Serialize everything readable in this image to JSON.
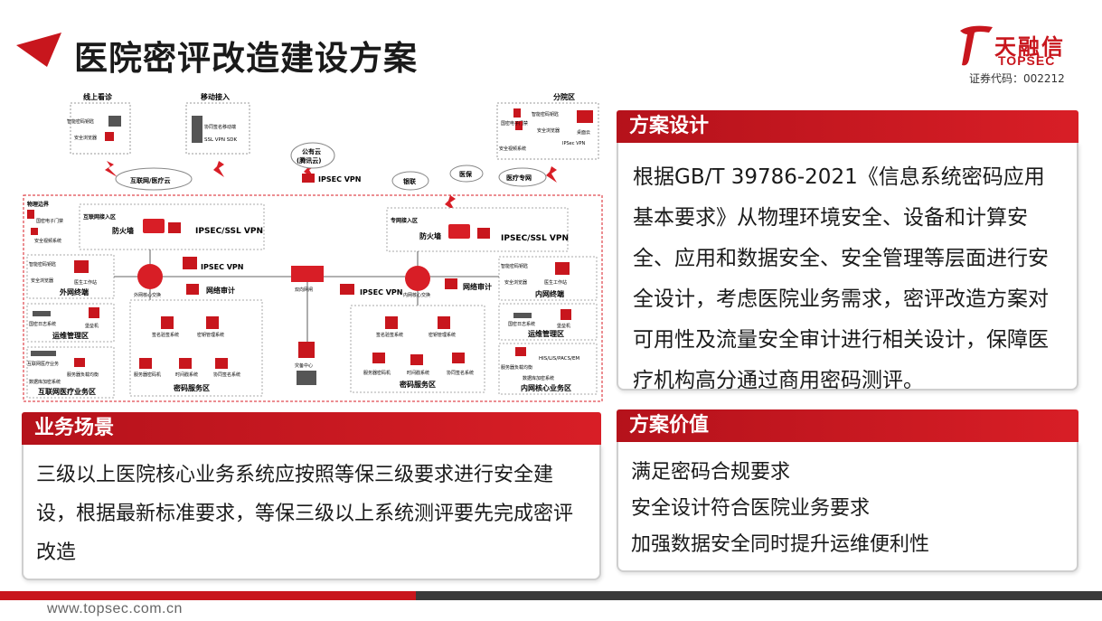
{
  "page": {
    "title": "医院密评改造建设方案"
  },
  "logo": {
    "cn": "天融信",
    "en": "TOPSEC",
    "stock_code": "证券代码：002212"
  },
  "colors": {
    "brand_red": "#c8161d",
    "dark": "#3a3a3a",
    "border": "#cfcfcf"
  },
  "diagram": {
    "online": {
      "title": "线上看诊",
      "items": [
        "智能密码钥匙",
        "安全浏览器"
      ]
    },
    "mobile": {
      "title": "移动接入",
      "items": [
        "协同签名移动端",
        "SSL VPN SDK"
      ]
    },
    "branch": {
      "title": "分院区",
      "items": [
        "智能密码钥匙",
        "国密电子门禁",
        "安全浏览器",
        "桌面云",
        "IPSec VPN",
        "安全视频系统"
      ]
    },
    "cloud": {
      "title": "公有云\n(腾讯云)",
      "line1": "公有云",
      "line2": "(腾讯云)",
      "vpn": "IPSEC VPN"
    },
    "internet_cloud": "互联网/医疗云",
    "external": [
      "银联",
      "医保",
      "医疗专网"
    ],
    "physical": {
      "title": "物理边界",
      "items": [
        "国密电子门禁",
        "安全视频系统"
      ]
    },
    "internet_zone": {
      "title": "互联网接入区",
      "firewall": "防火墙",
      "vpn": "IPSEC/SSL VPN"
    },
    "private_zone": {
      "title": "专网接入区",
      "firewall": "防火墙",
      "vpn": "IPSEC/SSL VPN"
    },
    "outer_terminal": {
      "title": "外网终端",
      "items": [
        "智能密码钥匙",
        "安全浏览器",
        "医生工作站"
      ]
    },
    "inner_terminal": {
      "title": "内网终端",
      "items": [
        "智能密码钥匙",
        "安全浏览器",
        "医生工作站"
      ]
    },
    "ipsec_vpn": "IPSEC VPN",
    "outer_core": "外网核心交换",
    "inner_core": "内网核心交换",
    "gap": "双向网闸",
    "net_audit": "网络审计",
    "ops_outer": {
      "title": "运维管理区",
      "items": [
        "国密日志系统",
        "堡垒机"
      ]
    },
    "ops_inner": {
      "title": "运维管理区",
      "items": [
        "国密日志系统",
        "堡垒机"
      ]
    },
    "crypto_outer": {
      "title": "密码服务区",
      "items": [
        "签名验签系统",
        "密钥管理系统",
        "服务器密码机",
        "时间戳系统",
        "协同签名系统"
      ]
    },
    "crypto_inner": {
      "title": "密码服务区",
      "items": [
        "签名验签系统",
        "密钥管理系统",
        "服务器密码机",
        "时间戳系统",
        "协同签名系统"
      ]
    },
    "internet_biz": {
      "title": "互联网医疗业务区",
      "items": [
        "互联网医疗业务",
        "服务器负载均衡",
        "数据库加密系统"
      ]
    },
    "inner_biz": {
      "title": "内网核心业务区",
      "items": [
        "HIS/LIS/PACS/EM",
        "服务器负载均衡",
        "数据库加密系统"
      ]
    },
    "mgmt_center": "灾备中心"
  },
  "design": {
    "title": "方案设计",
    "text": "根据GB/T 39786-2021《信息系统密码应用基本要求》从物理环境安全、设备和计算安全、应用和数据安全、安全管理等层面进行安全设计，考虑医院业务需求，密评改造方案对可用性及流量安全审计进行相关设计，保障医疗机构高分通过商用密码测评。"
  },
  "scene": {
    "title": "业务场景",
    "text": "三级以上医院核心业务系统应按照等保三级要求进行安全建设，根据最新标准要求，等保三级以上系统测评要先完成密评改造"
  },
  "value": {
    "title": "方案价值",
    "items": [
      "满足密码合规要求",
      "安全设计符合医院业务要求",
      "加强数据安全同时提升运维便利性"
    ]
  },
  "footer": {
    "url": "www.topsec.com.cn"
  }
}
